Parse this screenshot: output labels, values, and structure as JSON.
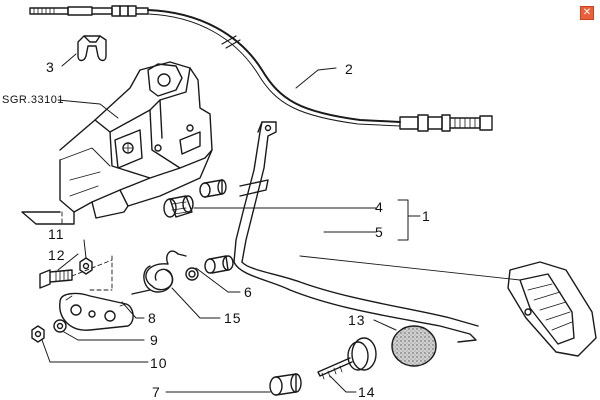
{
  "close_symbol": "✕",
  "reference_label": "SGR.33101",
  "callouts": {
    "c1": "1",
    "c2": "2",
    "c3": "3",
    "c4": "4",
    "c5": "5",
    "c6": "6",
    "c7": "7",
    "c8": "8",
    "c9": "9",
    "c10": "10",
    "c11": "11",
    "c12": "12",
    "c13": "13",
    "c14": "14",
    "c15": "15"
  },
  "icons": {
    "close": "close-icon"
  },
  "colors": {
    "close_button": "#e8613a",
    "line": "#1a1a1a",
    "background": "#ffffff"
  }
}
